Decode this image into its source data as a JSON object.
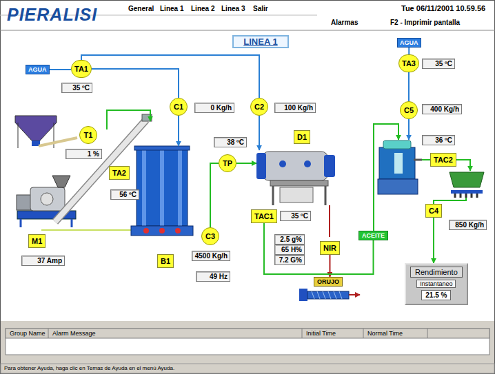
{
  "diagram": {
    "title": "LINEA 1",
    "nodes": [
      {
        "text": [
          "AGUA"
        ]
      },
      {
        "text": [
          "TA1"
        ]
      },
      {
        "text": [
          "35 ºC"
        ]
      },
      {
        "text": [
          "C1"
        ]
      },
      {
        "text": [
          "0 Kg/h"
        ]
      },
      {
        "text": [
          "C2"
        ]
      },
      {
        "text": [
          "100 Kg/h"
        ]
      },
      {
        "text": [
          "AGUA"
        ]
      },
      {
        "text": [
          "TA3"
        ]
      },
      {
        "text": [
          "35 ºC"
        ]
      },
      {
        "text": [
          "C5"
        ]
      },
      {
        "text": [
          "400 Kg/h"
        ]
      },
      {
        "text": [
          "T1"
        ]
      },
      {
        "text": [
          "1 %"
        ]
      },
      {
        "text": [
          "38 ºC"
        ]
      },
      {
        "text": [
          "D1"
        ]
      },
      {
        "text": [
          "36 ºC"
        ]
      },
      {
        "text": [
          "TP"
        ]
      },
      {
        "text": [
          "TAC2"
        ]
      },
      {
        "text": [
          "TA2"
        ]
      },
      {
        "text": [
          "56 ºC"
        ]
      },
      {
        "text": [
          "TAC1"
        ]
      },
      {
        "text": [
          "35 ºC"
        ]
      },
      {
        "text": [
          "C4"
        ]
      },
      {
        "text": [
          "850 Kg/h"
        ]
      },
      {
        "text": [
          "C3"
        ]
      },
      {
        "text": [
          "ACEITE"
        ]
      },
      {
        "text": [
          "2.5 g%"
        ]
      },
      {
        "text": [
          "NIR"
        ]
      },
      {
        "text": [
          "65 H%"
        ]
      },
      {
        "text": [
          "M1"
        ]
      },
      {
        "text": [
          "7.2 G%"
        ]
      },
      {
        "text": [
          "4500 Kg/h"
        ]
      },
      {
        "text": [
          "B1"
        ]
      },
      {
        "text": [
          "37 Amp"
        ]
      },
      {
        "text": [
          "49 Hz"
        ]
      },
      {
        "text": [
          "ORUJO"
        ]
      },
      {
        "text": [
          "Rendimiento"
        ]
      },
      {
        "text": [
          "Instantaneo"
        ],
        "in": 37
      },
      {
        "text": [
          "21.5 %"
        ],
        "in": 37
      }
    ],
    "edges": [
      {
        "from": 0,
        "to": 1,
        "arrow": "none"
      },
      {
        "from": 1,
        "to": 3,
        "arrow": "none"
      },
      {
        "from": 1,
        "to": 5,
        "arrow": "none"
      },
      {
        "from": 7,
        "to": 8,
        "arrow": "none"
      },
      {
        "from": 8,
        "to": 10,
        "arrow": "none"
      },
      {
        "from": 25,
        "to": 17,
        "arrow": "none"
      },
      {
        "from": 28,
        "to": 36,
        "arrow": "to"
      },
      {
        "from": 23,
        "to": 37,
        "arrow": "to"
      },
      {
        "from": 21,
        "to": 26,
        "arrow": "none"
      }
    ],
    "labels": [
      "PIERALISI",
      "General",
      "Linea 1",
      "Linea 2",
      "Linea 3",
      "Salir",
      "Tue 06/11/2001 10.59.56",
      "Alarmas",
      "F2 - Imprimir pantalla",
      "Group Name",
      "Alarm Message",
      "Initial Time",
      "Normal Time",
      "Para obtener Ayuda, haga clic en Temas de Ayuda en el menú Ayuda."
    ]
  }
}
